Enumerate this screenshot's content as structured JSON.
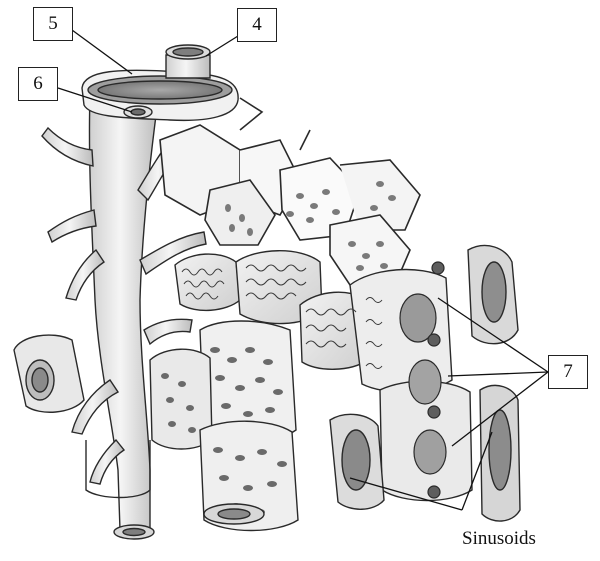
{
  "labels": {
    "l5": "5",
    "l4": "4",
    "l6": "6",
    "l7": "7",
    "sinusoids": "Sinusoids"
  },
  "colors": {
    "line": "#2a2a2a",
    "shade_dark": "#8f8f8f",
    "shade_mid": "#bdbdbd",
    "shade_light": "#e6e6e6",
    "background": "#ffffff"
  }
}
